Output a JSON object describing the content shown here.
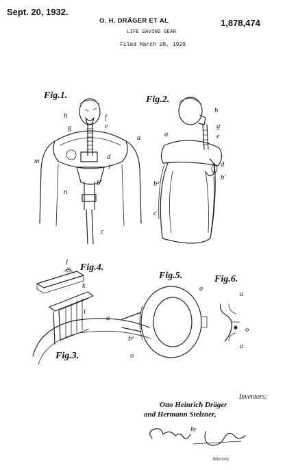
{
  "header": {
    "date": "Sept. 20, 1932.",
    "names": "O. H. DRÄGER ET AL",
    "number": "1,878,474",
    "title": "LIFE SAVING GEAR",
    "filed": "Filed March 28, 1929"
  },
  "figures": {
    "fig1": {
      "label": "Fig.1.",
      "refs": [
        "h",
        "f",
        "g",
        "e",
        "a",
        "m",
        "d",
        "i",
        "n",
        "b'",
        "c"
      ]
    },
    "fig2": {
      "label": "Fig.2.",
      "refs": [
        "h",
        "g",
        "e",
        "a",
        "d",
        "b²",
        "b'",
        "c"
      ]
    },
    "fig3": {
      "label": "Fig.3.",
      "refs": [
        "i",
        "a"
      ]
    },
    "fig4": {
      "label": "Fig.4.",
      "refs": [
        "l",
        "k"
      ]
    },
    "fig5": {
      "label": "Fig.5.",
      "refs": [
        "a",
        "b²",
        "o"
      ]
    },
    "fig6": {
      "label": "Fig.6.",
      "refs": [
        "a",
        "o",
        "a"
      ]
    }
  },
  "inventors": {
    "heading": "Inventors:",
    "line1": "Otto Heinrich Dräger",
    "line2": "and Hermann Stelzner,",
    "by": "By",
    "attorney_label": "Attorney"
  }
}
